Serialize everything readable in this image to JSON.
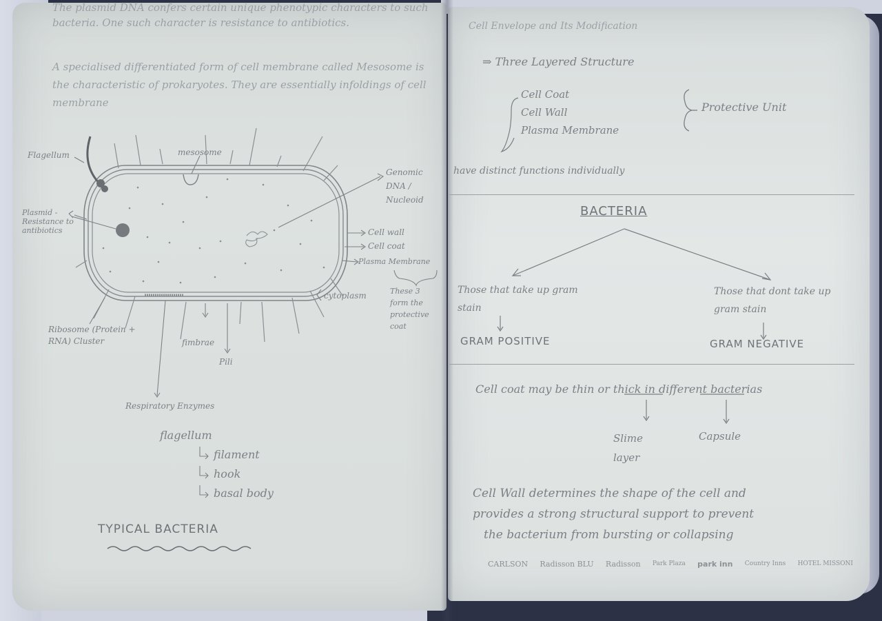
{
  "left_page": {
    "intro_1": "The plasmid DNA confers certain unique phenotypic characters to such bacteria. One such character is resistance to antibiotics.",
    "intro_2": "A specialised differentiated form of cell membrane called Mesosome is the characteristic of prokaryotes. They are essentially infoldings of cell membrane",
    "diagram_labels": {
      "flagellum": "Flagellum",
      "mesosome": "mesosome",
      "genomic_dna": "Genomic DNA / Nucleoid",
      "plasmid": "Plasmid - Resistance to antibiotics",
      "cell_wall": "Cell wall",
      "cell_coat": "Cell coat",
      "plasma_membrane": "Plasma Membrane",
      "protective_note": "These 3 form the protective coat",
      "cytoplasm": "cytoplasm",
      "ribosome": "Ribosome (Protein + RNA) Cluster",
      "fimbrae": "fimbrae",
      "pili": "Pili",
      "respiratory": "Respiratory Enzymes"
    },
    "flagellum_parts": {
      "title": "flagellum",
      "items": [
        "filament",
        "hook",
        "basal body"
      ]
    },
    "caption": "TYPICAL BACTERIA"
  },
  "right_page": {
    "heading": "Cell Envelope and Its Modification",
    "structure_title": "Three Layered Structure",
    "layers": [
      "Cell Coat",
      "Cell Wall",
      "Plasma Membrane"
    ],
    "protective_unit": "Protective Unit",
    "distinct_note": "have distinct functions individually",
    "bacteria_title": "BACTERIA",
    "branch_left_text": "Those that take up gram stain",
    "branch_left_result": "GRAM POSITIVE",
    "branch_right_text": "Those that dont take up gram stain",
    "branch_right_result": "GRAM NEGATIVE",
    "coat_sentence": "Cell coat may be thin or thick in different bacterias",
    "thin_label": "thin",
    "thick_label": "thick",
    "thin_result": "Slime layer",
    "thick_result": "Capsule",
    "wall_sentence_1": "Cell Wall determines the shape of the cell and",
    "wall_sentence_2": "provides a strong structural support to prevent",
    "wall_sentence_3": "the bacterium from bursting or collapsing",
    "logos": [
      "CARLSON",
      "Radisson BLU",
      "Radisson",
      "Park Plaza",
      "park inn",
      "Country Inns",
      "HOTEL MISSONI"
    ]
  }
}
